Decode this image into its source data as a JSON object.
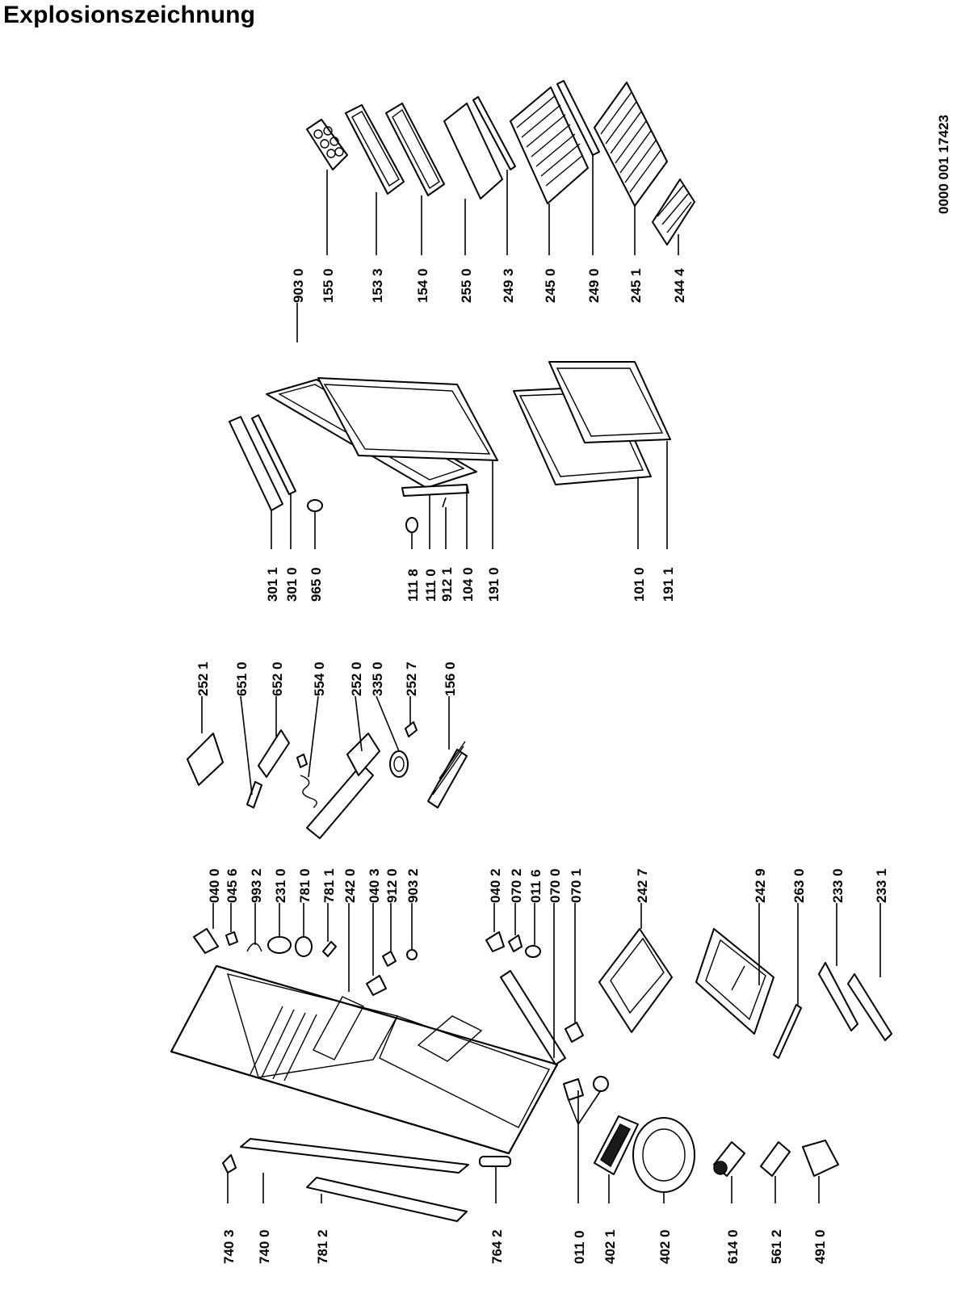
{
  "page": {
    "title": "Explosionszeichnung",
    "document_number": "0000 001 17423"
  },
  "diagram": {
    "type": "exploded-parts-drawing",
    "part_labels": [
      "903 0",
      "155 0",
      "153 3",
      "154 0",
      "255 0",
      "249 3",
      "245 0",
      "249 0",
      "245 1",
      "244 4",
      "301 1",
      "301 0",
      "965 0",
      "111 8",
      "111 0",
      "912 1",
      "104 0",
      "191 0",
      "101 0",
      "191 1",
      "252 1",
      "651 0",
      "652 0",
      "554 0",
      "252 0",
      "335 0",
      "252 7",
      "156 0",
      "040 0",
      "045 6",
      "993 2",
      "231 0",
      "781 0",
      "781 1",
      "242 0",
      "040 3",
      "912 0",
      "903 2",
      "040 2",
      "070 2",
      "011 6",
      "070 0",
      "070 1",
      "242 7",
      "242 9",
      "263 0",
      "233 0",
      "233 1",
      "740 3",
      "740 0",
      "781 2",
      "764 2",
      "011 0",
      "402 1",
      "402 0",
      "614 0",
      "561 2",
      "491 0"
    ]
  }
}
